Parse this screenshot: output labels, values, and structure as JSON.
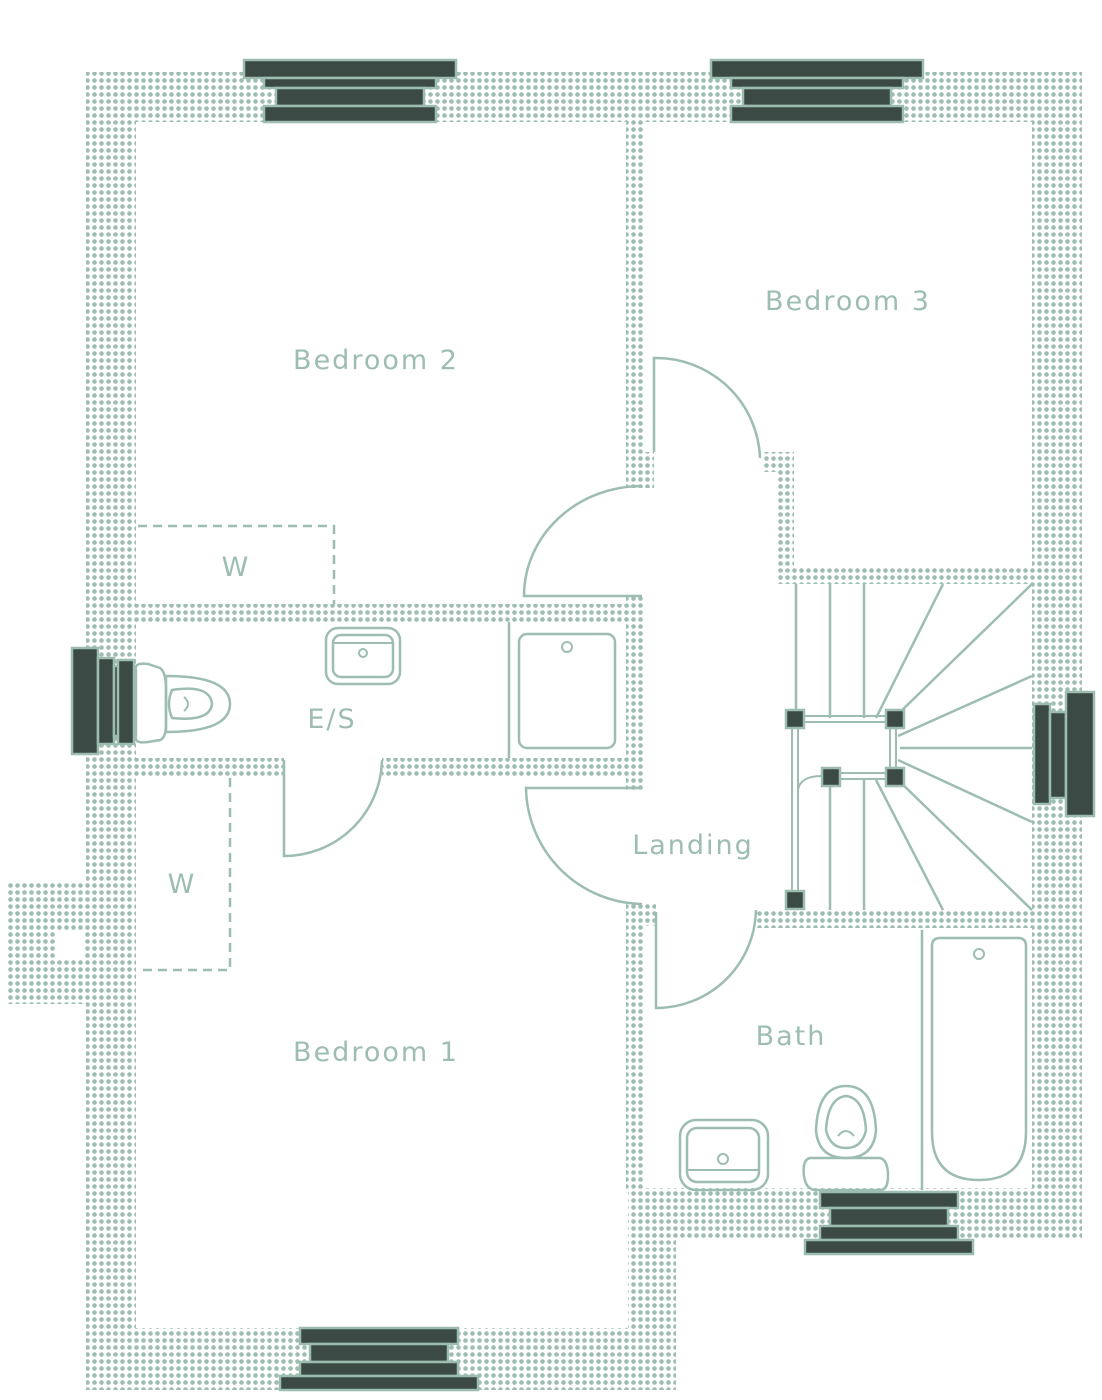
{
  "title": "First Floor Plan",
  "colors": {
    "wall_pattern": "#9dbdb0",
    "line": "#9dbdb0",
    "window_fill": "#3b4a44",
    "background": "#ffffff",
    "label": "#9dbdb0"
  },
  "rooms": {
    "bedroom1": "Bedroom 1",
    "bedroom2": "Bedroom 2",
    "bedroom3": "Bedroom 3",
    "ensuite": "E/S",
    "landing": "Landing",
    "bath": "Bath",
    "wardrobe1": "W",
    "wardrobe2": "W"
  },
  "legend_icons": [
    "window-icon",
    "door-icon",
    "toilet-icon",
    "basin-icon",
    "shower-icon",
    "bathtub-icon",
    "staircase-icon",
    "wardrobe-icon"
  ]
}
